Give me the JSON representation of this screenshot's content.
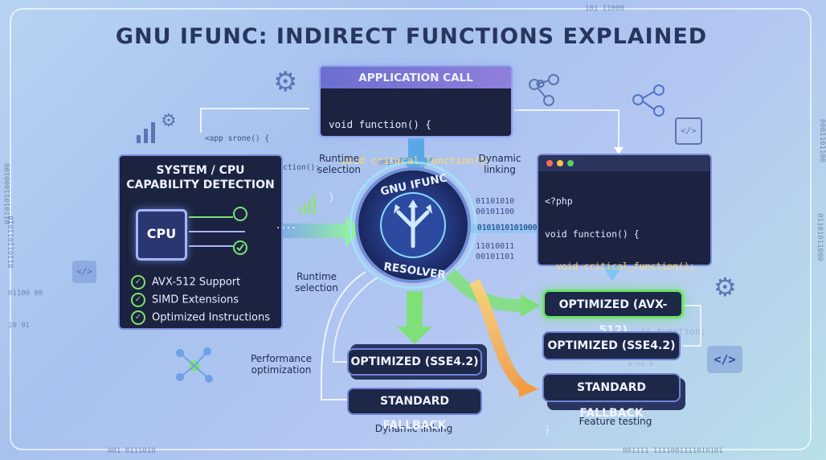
{
  "title": "GNU IFUNC: INDIRECT FUNCTIONS EXPLAINED",
  "background_binary": [
    "101 11000",
    "0010100",
    "01101011000100",
    "0001101100",
    "011011011010",
    "01101011000",
    "01100 00",
    "10 01",
    "001 0111010",
    "001111 1111001111010101"
  ],
  "app_call": {
    "title": "APPLICATION CALL",
    "code": [
      "void function() {",
      "  void critical_function();",
      "}"
    ]
  },
  "faint_snippet": [
    "<app srone() {",
    "void critical_function();",
    "()"
  ],
  "detection": {
    "title_line1": "SYSTEM / CPU",
    "title_line2": "CAPABILITY DETECTION",
    "chip": "CPU",
    "features": [
      "AVX-512 Support",
      "SIMD Extensions",
      "Optimized Instructions"
    ]
  },
  "resolver": {
    "top": "GNU IFUNC",
    "bottom": "RESOLVER",
    "bits": [
      "01101010 00101100",
      "11010011 00101101"
    ],
    "stream": "0101010101000100100000001"
  },
  "php": {
    "code": [
      "<?php",
      "void function() {",
      "  void critical_function();",
      "    // ...",
      "                 // function;",
      "                   a <e.b",
      "  ...",
      "}"
    ]
  },
  "labels": {
    "runtime_selection_top": "Runtime selection",
    "dynamic_linking_top": "Dynamic linking",
    "runtime_selection_left": "Runtime selection",
    "performance": "Performance optimization",
    "dynamic_linking_bottom": "Dynamic linking",
    "feature_testing": "Feature testing"
  },
  "outcomes_left": [
    "OPTIMIZED (SSE4.2)",
    "STANDARD FALLBACK"
  ],
  "outcomes_right": [
    "OPTIMIZED (AVX-512)",
    "OPTIMIZED (SSE4.2)",
    "STANDARD FALLBACK"
  ],
  "colors": {
    "accent_green": "#63d86b",
    "accent_blue": "#5bb4f2",
    "accent_orange": "#f2a64a",
    "panel_dark": "#1b2340",
    "title": "#27365f"
  }
}
